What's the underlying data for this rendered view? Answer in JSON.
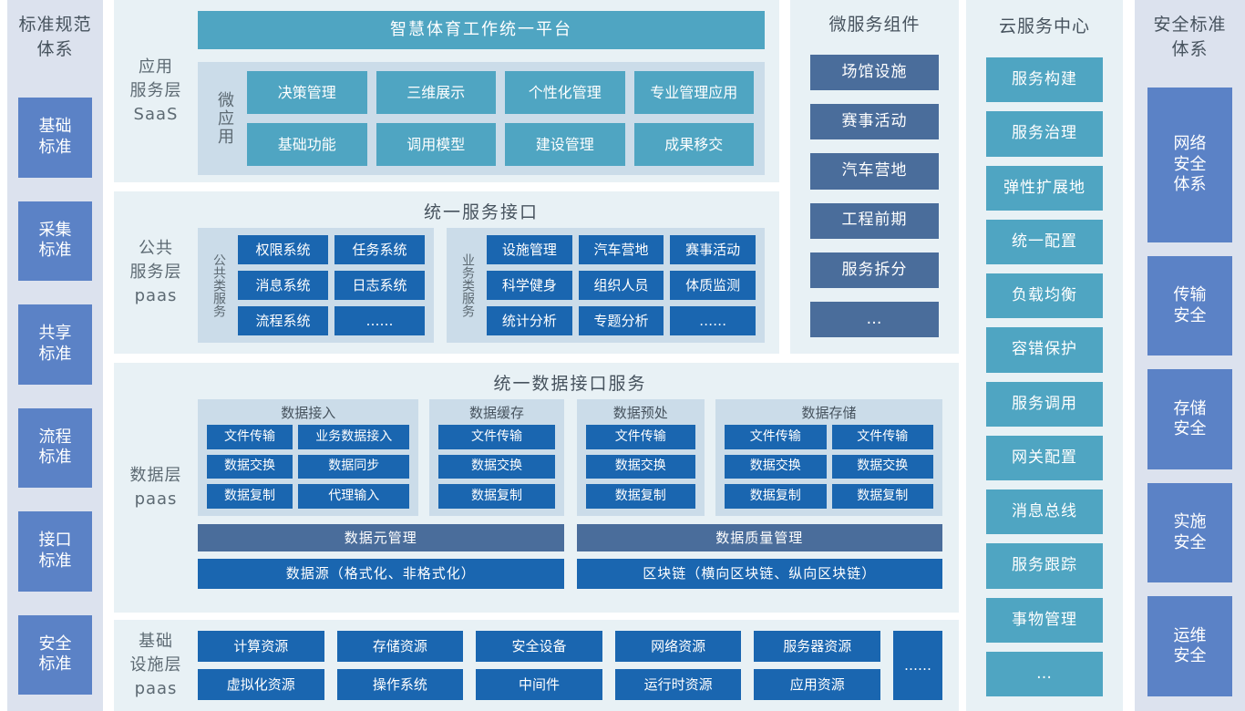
{
  "colors": {
    "teal": "#4fa5c2",
    "dark_blue": "#1a66b0",
    "slate_blue": "#4a6d9b",
    "periwinkle_blue": "#5b82c6",
    "side_panel_bg": "#dce2ee",
    "section_bg": "#e8f1f5",
    "group_bg": "#cbdce9"
  },
  "left_panel": {
    "title": "标准规范\n体系",
    "items": [
      "基础\n标准",
      "采集\n标准",
      "共享\n标准",
      "流程\n标准",
      "接口\n标准",
      "安全\n标准"
    ]
  },
  "saas": {
    "label": "应用\n服务层\nSaaS",
    "header": "智慧体育工作统一平台",
    "micro_label": "微应用",
    "apps": [
      "决策管理",
      "三维展示",
      "个性化管理",
      "专业管理应用",
      "基础功能",
      "调用模型",
      "建设管理",
      "成果移交"
    ]
  },
  "public_paas": {
    "label": "公共\n服务层\npaas",
    "title": "统一服务接口",
    "group_a": {
      "label": "公共类服务",
      "items": [
        "权限系统",
        "任务系统",
        "消息系统",
        "日志系统",
        "流程系统",
        "……"
      ]
    },
    "group_b": {
      "label": "业务类服务",
      "items": [
        "设施管理",
        "汽车营地",
        "赛事活动",
        "科学健身",
        "组织人员",
        "体质监测",
        "统计分析",
        "专题分析",
        "……"
      ]
    }
  },
  "data_layer": {
    "label": "数据层\npaas",
    "title": "统一数据接口服务",
    "group_in": {
      "title": "数据接入",
      "items": [
        "文件传输",
        "业务数据接入",
        "数据交换",
        "数据同步",
        "数据复制",
        "代理输入"
      ]
    },
    "group_cache": {
      "title": "数据缓存",
      "items": [
        "文件传输",
        "数据交换",
        "数据复制"
      ]
    },
    "group_pre": {
      "title": "数据预处",
      "items": [
        "文件传输",
        "数据交换",
        "数据复制"
      ]
    },
    "group_store": {
      "title": "数据存储",
      "items": [
        "文件传输",
        "文件传输",
        "数据交换",
        "数据交换",
        "数据复制",
        "数据复制"
      ]
    },
    "bar_meta": "数据元管理",
    "bar_quality": "数据质量管理",
    "bar_source": "数据源（格式化、非格式化）",
    "bar_blockchain": "区块链（横向区块链、纵向区块链）"
  },
  "infra": {
    "label": "基础\n设施层\npaas",
    "items": [
      "计算资源",
      "存储资源",
      "安全设备",
      "网络资源",
      "服务器资源",
      "虚拟化资源",
      "操作系统",
      "中间件",
      "运行时资源",
      "应用资源"
    ],
    "more": "……"
  },
  "microservices": {
    "title": "微服务组件",
    "items": [
      "场馆设施",
      "赛事活动",
      "汽车营地",
      "工程前期",
      "服务拆分",
      "…"
    ]
  },
  "cloud": {
    "title": "云服务中心",
    "items": [
      "服务构建",
      "服务治理",
      "弹性扩展地",
      "统一配置",
      "负载均衡",
      "容错保护",
      "服务调用",
      "网关配置",
      "消息总线",
      "服务跟踪",
      "事物管理",
      "…"
    ]
  },
  "right_panel": {
    "title": "安全标准\n体系",
    "items": [
      "网络\n安全\n体系",
      "传输\n安全",
      "存储\n安全",
      "实施\n安全",
      "运维\n安全"
    ]
  }
}
